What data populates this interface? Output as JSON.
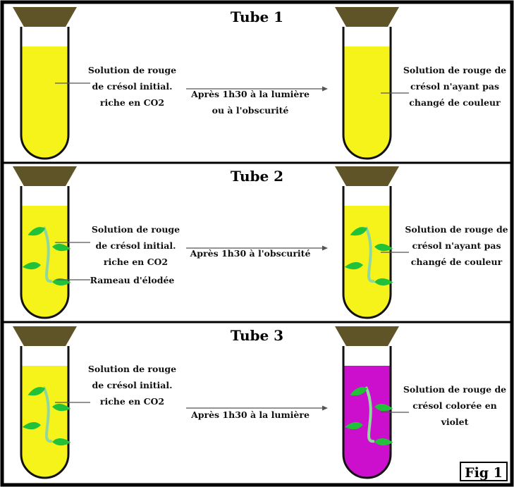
{
  "figure_label": "Fig 1",
  "colors": {
    "yellow_solution": "#f6f31a",
    "violet_solution": "#cc0fcc",
    "stopper": "#5e5427",
    "leaf": "#22c13a",
    "stem": "#8fd8a0"
  },
  "panels": [
    {
      "title": "Tube 1",
      "left_label": [
        "Solution de rouge",
        "de crésol initial.",
        "riche en CO2"
      ],
      "arrow_label": [
        "Après 1h30 à la lumière",
        "ou à l'obscurité"
      ],
      "right_label": [
        "Solution de rouge de",
        "crésol n'ayant pas",
        "changé de couleur"
      ],
      "plant_label": "",
      "left_solution": "yellow",
      "right_solution": "yellow",
      "has_plant": false
    },
    {
      "title": "Tube 2",
      "left_label": [
        "Solution de rouge",
        "de crésol initial.",
        "riche en CO2"
      ],
      "arrow_label": [
        "Après 1h30 à l'obscurité"
      ],
      "right_label": [
        "Solution de rouge de",
        "crésol n'ayant pas",
        "changé de couleur"
      ],
      "plant_label": "Rameau d'élodée",
      "left_solution": "yellow",
      "right_solution": "yellow",
      "has_plant": true
    },
    {
      "title": "Tube 3",
      "left_label": [
        "Solution de rouge",
        "de crésol initial.",
        "riche en CO2"
      ],
      "arrow_label": [
        "Après 1h30 à la lumière"
      ],
      "right_label": [
        "Solution de rouge de",
        "crésol colorée en",
        "violet"
      ],
      "plant_label": "",
      "left_solution": "yellow",
      "right_solution": "violet",
      "has_plant": true
    }
  ]
}
